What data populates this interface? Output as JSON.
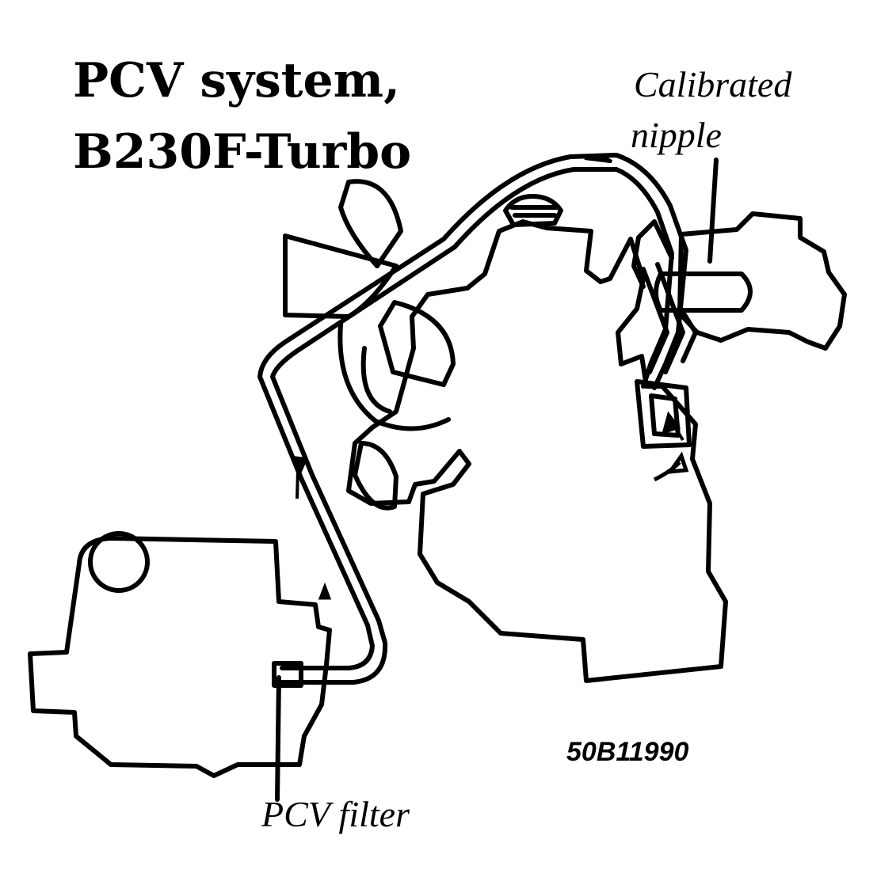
{
  "title": {
    "line1": "PCV system,",
    "line2": "B230F-Turbo"
  },
  "labels": {
    "calibrated_nipple_line1": "Calibrated",
    "calibrated_nipple_line2": "nipple",
    "pcv_filter": "PCV filter"
  },
  "figure_code": "50B11990",
  "colors": {
    "ink": "#000000",
    "paper": "#ffffff"
  }
}
